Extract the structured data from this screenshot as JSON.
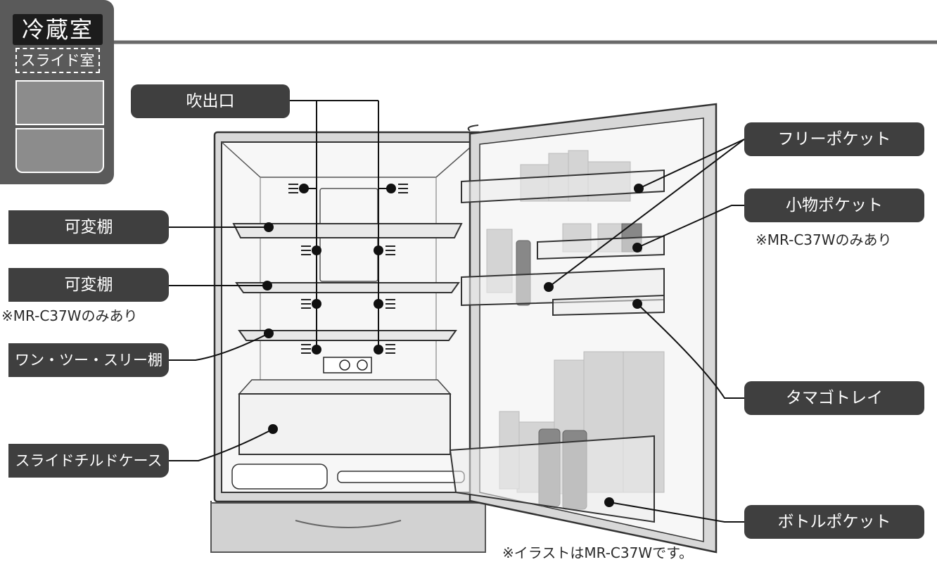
{
  "section_badge": {
    "title": "冷蔵室",
    "subtitle": "スライド室"
  },
  "labels": {
    "air_outlet": "吹出口",
    "adjustable_shelf_1": "可変棚",
    "adjustable_shelf_2": "可変棚",
    "one_two_three_shelf": "ワン・ツー・スリー棚",
    "slide_chilled_case": "スライドチルドケース",
    "free_pocket": "フリーポケット",
    "small_item_pocket": "小物ポケット",
    "egg_tray": "タマゴトレイ",
    "bottle_pocket": "ボトルポケット"
  },
  "notes": {
    "small_pocket_note": "※MR-C37Wのみあり",
    "shelf2_note": "※MR-C37Wのみあり",
    "illustration_note": "※イラストはMR-C37Wです。"
  },
  "colors": {
    "label_bg": "#3f3f3f",
    "badge_bg": "#5a5a5a",
    "badge_title_bg": "#1c1c1c",
    "badge_slot": "#8c8c8c"
  }
}
